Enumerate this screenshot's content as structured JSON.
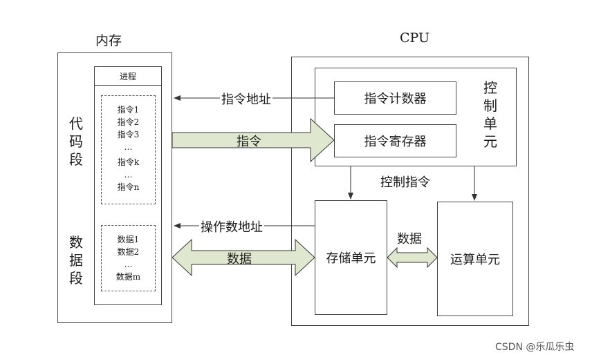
{
  "memory": {
    "title": "内存",
    "code_segment": "代码段",
    "data_segment": "数据段",
    "process_label": "进程",
    "instructions": [
      "指令1",
      "指令2",
      "指令3",
      "…",
      "指令k",
      "…",
      "指令n"
    ],
    "data_items": [
      "数据1",
      "数据2",
      "…",
      "数据m"
    ]
  },
  "cpu": {
    "title": "CPU",
    "control_unit": "控制单元",
    "program_counter": "指令计数器",
    "instruction_register": "指令寄存器",
    "storage_unit": "存储单元",
    "alu": "运算单元"
  },
  "arrows": {
    "instruction_address": "指令地址",
    "instruction": "指令",
    "control_instruction": "控制指令",
    "operand_address": "操作数地址",
    "data_bus": "数据",
    "internal_data": "数据"
  },
  "watermark": "CSDN @乐瓜乐虫",
  "colors": {
    "arrow_fill": "#dfe8cf",
    "line": "#333333"
  }
}
